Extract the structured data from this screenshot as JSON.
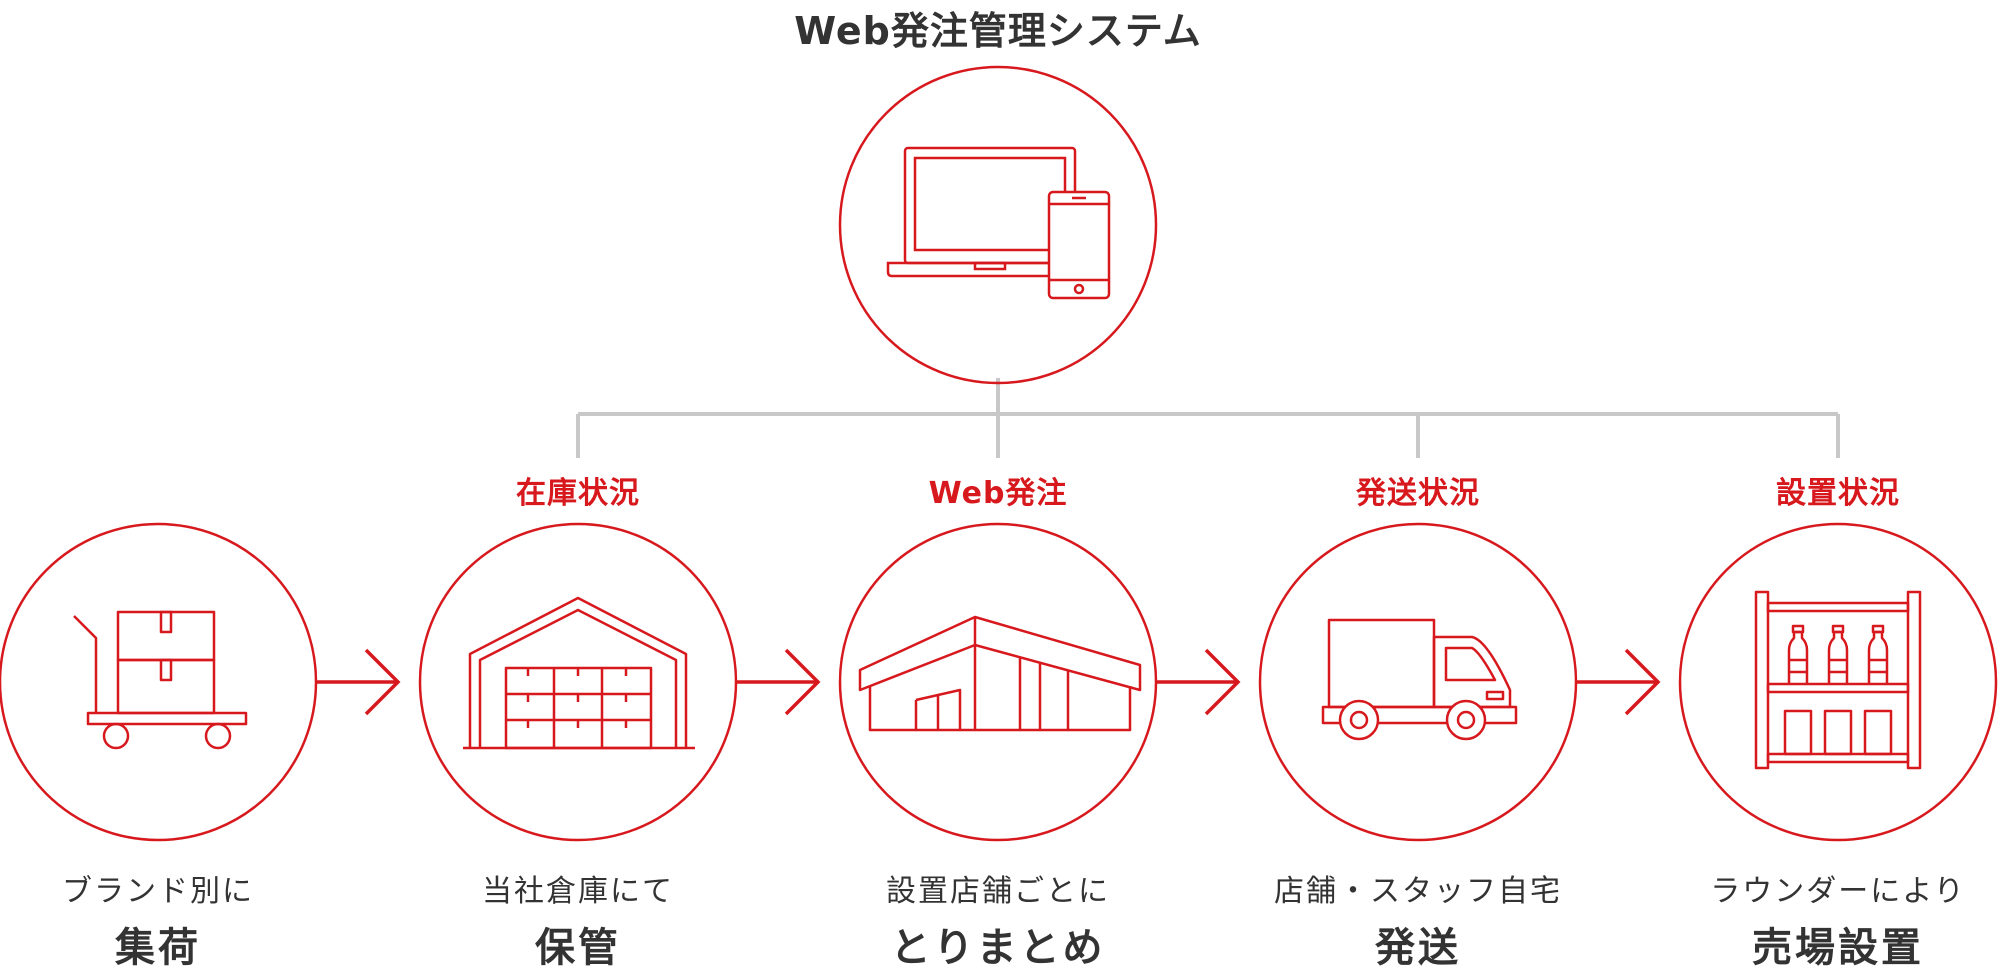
{
  "system_title": "Web発注管理システム",
  "colors": {
    "accent": "#d7191e",
    "text": "#333333",
    "connector": "#c8c8c8"
  },
  "steps": [
    {
      "icon": "hand-truck-boxes-icon",
      "status_label": "",
      "caption": "ブランド別に",
      "heading": "集荷"
    },
    {
      "icon": "warehouse-icon",
      "status_label": "在庫状況",
      "caption": "当社倉庫にて",
      "heading": "保管"
    },
    {
      "icon": "store-building-icon",
      "status_label": "Web発注",
      "caption": "設置店舗ごとに",
      "heading": "とりまとめ"
    },
    {
      "icon": "delivery-truck-icon",
      "status_label": "発送状況",
      "caption": "店舗・スタッフ自宅",
      "heading": "発送"
    },
    {
      "icon": "store-shelf-bottles-icon",
      "status_label": "設置状況",
      "caption": "ラウンダーにより",
      "heading": "売場設置"
    }
  ]
}
